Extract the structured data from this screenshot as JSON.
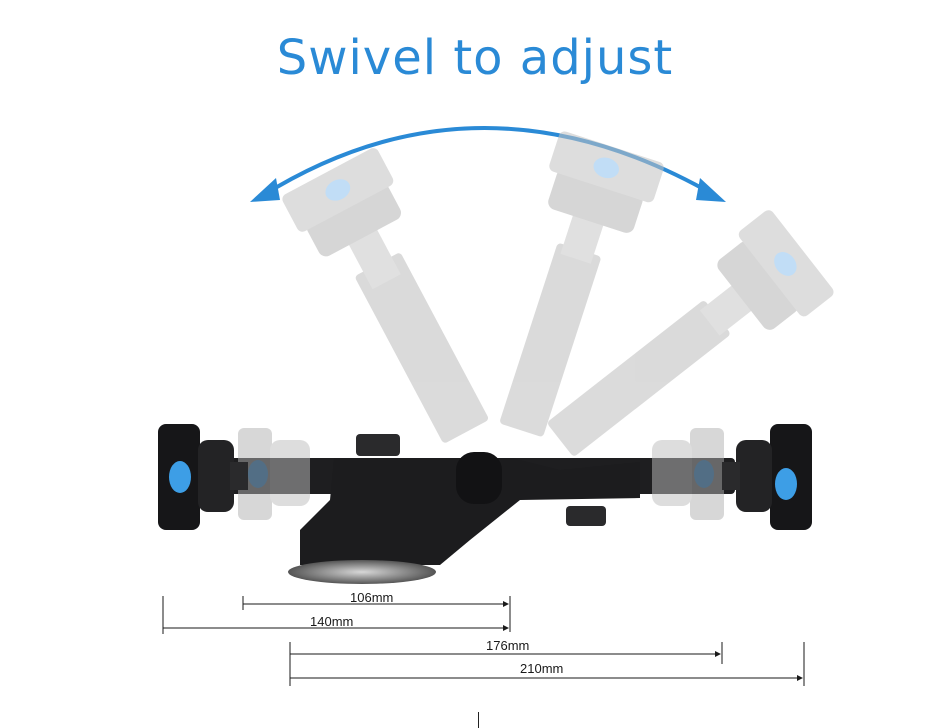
{
  "title": "Swivel to adjust",
  "colors": {
    "accent": "#2a8ad6",
    "body": "#1c1c1e",
    "ghost": "#bdbdbd",
    "button": "#3d9ee6"
  },
  "measurements": {
    "m106": "106mm",
    "m140": "140mm",
    "m176": "176mm",
    "m210": "210mm"
  }
}
